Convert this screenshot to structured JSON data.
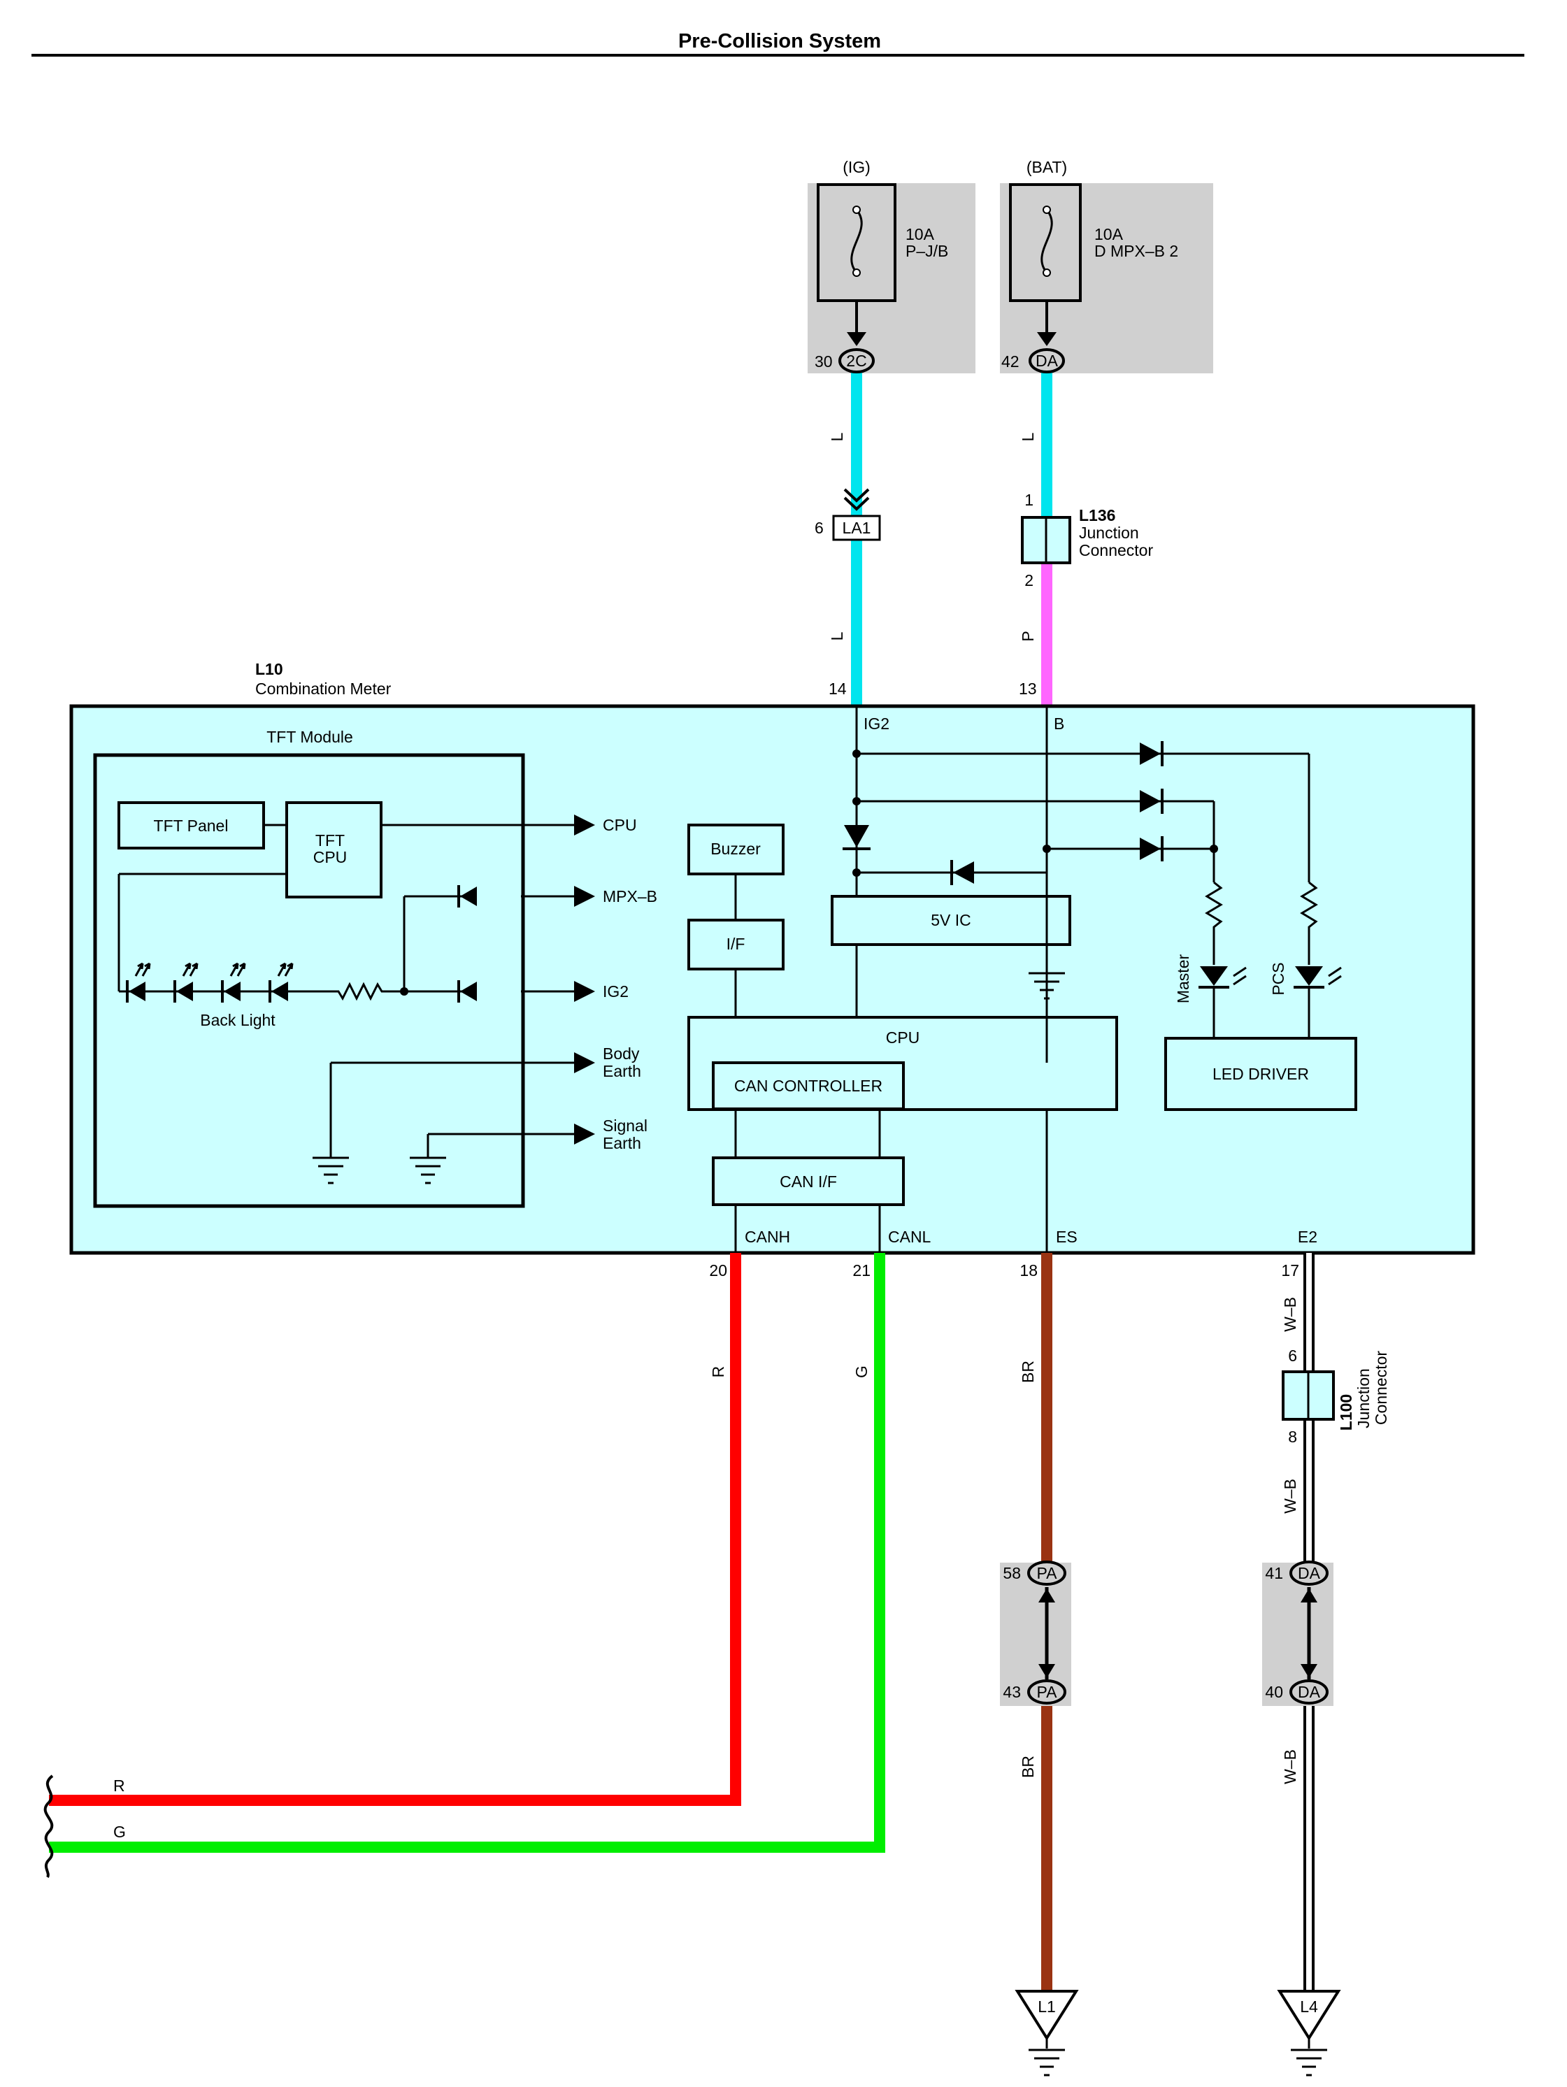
{
  "title": "Pre-Collision System",
  "power": {
    "ig": {
      "tag": "(IG)",
      "fuse_amp": "10A",
      "fuse_name": "P–J/B",
      "pin": "30",
      "conn": "2C",
      "wire": "L"
    },
    "bat": {
      "tag": "(BAT)",
      "fuse_amp": "10A",
      "fuse_name": "D MPX–B 2",
      "pin": "42",
      "conn": "DA",
      "wire": "L"
    }
  },
  "la1": {
    "pin": "6",
    "name": "LA1",
    "wire": "L"
  },
  "l136": {
    "code": "L136",
    "line1": "Junction",
    "line2": "Connector",
    "pin_in": "1",
    "pin_out": "2",
    "wire": "P"
  },
  "meter": {
    "code": "L10",
    "name": "Combination Meter",
    "pin_ig2": "14",
    "pin_b": "13",
    "term_ig2": "IG2",
    "term_b": "B",
    "tft": {
      "title": "TFT Module",
      "panel": "TFT Panel",
      "cpu_line1": "TFT",
      "cpu_line2": "CPU",
      "backlight": "Back Light",
      "out_cpu": "CPU",
      "out_mpxb": "MPX–B",
      "out_ig2": "IG2",
      "body_earth_1": "Body",
      "body_earth_2": "Earth",
      "signal_earth_1": "Signal",
      "signal_earth_2": "Earth"
    },
    "buzzer": "Buzzer",
    "interface": "I/F",
    "ic5v": "5V IC",
    "cpu": "CPU",
    "can_controller": "CAN CONTROLLER",
    "can_if": "CAN I/F",
    "led_driver": "LED DRIVER",
    "led_master": "Master",
    "led_pcs": "PCS",
    "term_canh": "CANH",
    "term_canl": "CANL",
    "term_es": "ES",
    "term_e2": "E2"
  },
  "bottom": {
    "canh": {
      "pin": "20",
      "wire": "R"
    },
    "canl": {
      "pin": "21",
      "wire": "G"
    },
    "es": {
      "pin": "18",
      "wire": "BR"
    },
    "e2": {
      "pin": "17",
      "wire": "W–B"
    },
    "bus_r": "R",
    "bus_g": "G"
  },
  "l100": {
    "code": "L100",
    "line1": "Junction",
    "line2": "Connector",
    "pin_in": "6",
    "pin_out": "8",
    "wire": "W–B"
  },
  "pa": {
    "name": "PA",
    "pin_top": "58",
    "pin_bottom": "43",
    "wire": "BR"
  },
  "da2": {
    "name": "DA",
    "pin_top": "41",
    "pin_bottom": "40",
    "wire": "W–B"
  },
  "grounds": {
    "l1": "L1",
    "l4": "L4"
  },
  "colors": {
    "wire_l": "#00e5ee",
    "wire_p": "#ff66ff",
    "wire_r": "#ff0000",
    "wire_g": "#00ee00",
    "wire_br": "#9a3312",
    "meter_fill": "#ccffff",
    "gray_box": "#d0d0d0"
  }
}
